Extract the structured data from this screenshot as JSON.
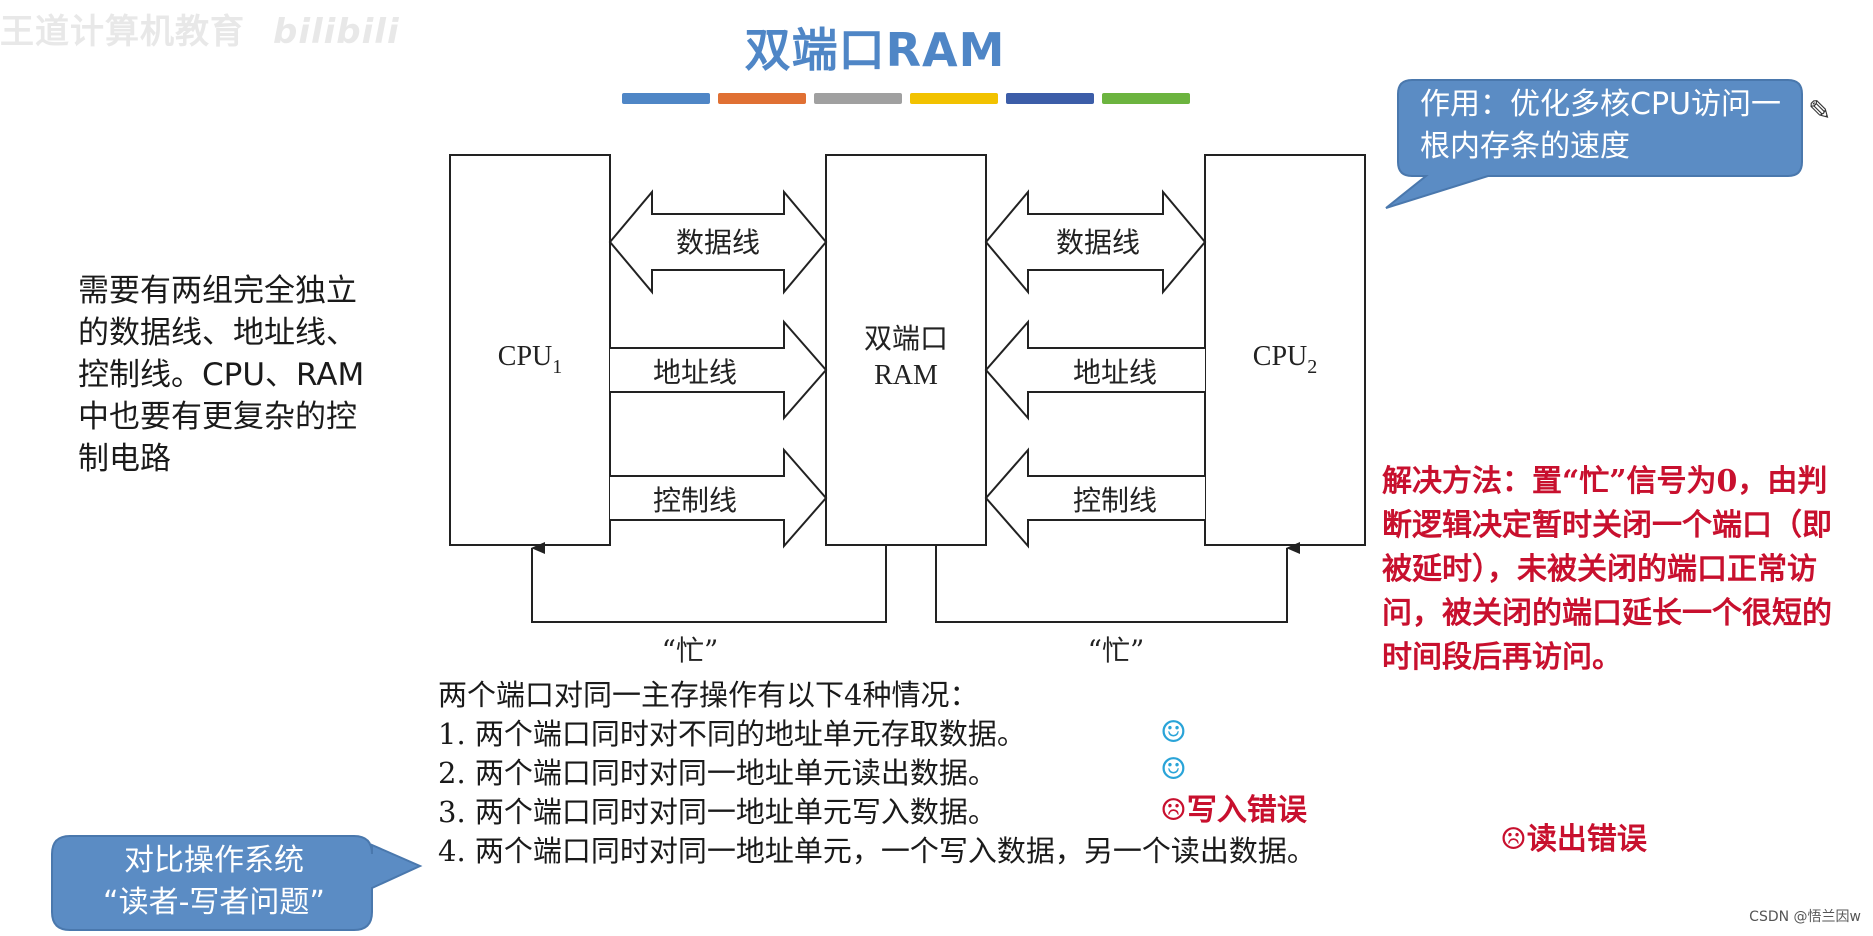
{
  "title": "双端口RAM",
  "watermark": "王道计算机教育",
  "watermark_brand": "bilibili",
  "colors": {
    "title": "#4f86c6",
    "callout": "#5b8cc4",
    "solution": "#c8102e",
    "smile": "#2aa4d8",
    "bars": [
      "#4f86c6",
      "#e07033",
      "#a0a0a0",
      "#f2c200",
      "#3c5da8",
      "#6cb43f"
    ]
  },
  "diagram": {
    "cpu1": "CPU",
    "cpu1_sub": "1",
    "ram_line1": "双端口",
    "ram_line2": "RAM",
    "cpu2": "CPU",
    "cpu2_sub": "2",
    "left_data": "数据线",
    "left_addr": "地址线",
    "left_ctrl": "控制线",
    "right_data": "数据线",
    "right_addr": "地址线",
    "right_ctrl": "控制线",
    "busy_left": "“忙”",
    "busy_right": "“忙”"
  },
  "left_note": "需要有两组完全独立的数据线、地址线、控制线。CPU、RAM中也要有更复杂的控制电路",
  "top_callout": "作用：优化多核CPU访问一根内存条的速度",
  "solution": "解决方法：置“忙”信号为0，由判断逻辑决定暂时关闭一个端口（即被延时），未被关闭的端口正常访问，被关闭的端口延长一个很短的时间段后再访问。",
  "cases": {
    "heading": "两个端口对同一主存操作有以下4种情况：",
    "items": [
      "1. 两个端口同时对不同的地址单元存取数据。",
      "2. 两个端口同时对同一地址单元读出数据。",
      "3. 两个端口同时对同一地址单元写入数据。",
      "4. 两个端口同时对同一地址单元，一个写入数据，另一个读出数据。"
    ],
    "marks": [
      "☺",
      "☺",
      "☹写入错误",
      "☹读出错误"
    ]
  },
  "bottom_callout_line1": "对比操作系统",
  "bottom_callout_line2": "“读者-写者问题”",
  "credit": "CSDN @悟兰因w"
}
